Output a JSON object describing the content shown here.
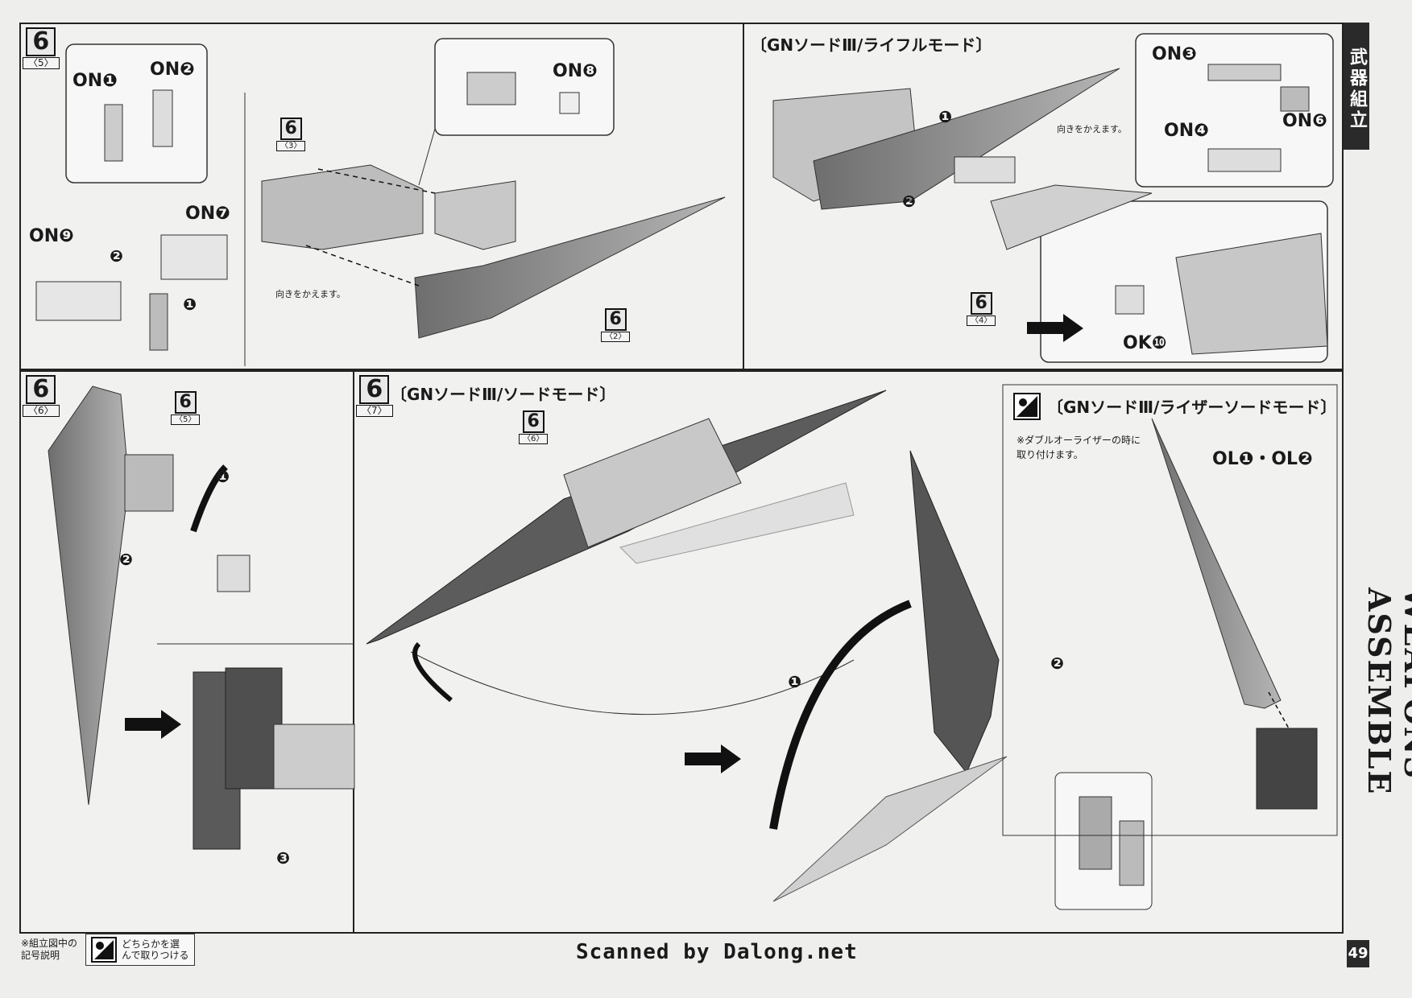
{
  "side_tab": "武器組立",
  "side_english": "WEAPONS ASSEMBLE",
  "page_number": "49",
  "scan_credit": "Scanned by Dalong.net",
  "legend": {
    "label": "※組立図中の記号説明",
    "choose_text": "どちらかを選んで取りつける",
    "icon": "either-one-icon"
  },
  "panel_a": {
    "step": "6",
    "sub": "〈5〉",
    "parts": [
      "ON❶",
      "ON❷",
      "ON❾",
      "ON❼",
      "ON❽"
    ],
    "ref1": {
      "num": "6",
      "sub": "〈3〉"
    },
    "ref2": {
      "num": "6",
      "sub": "〈2〉"
    },
    "note": "向きをかえます。",
    "arrows": [
      "❶",
      "❷"
    ]
  },
  "panel_b": {
    "title": "〔GNソードⅢ/ライフルモード〕",
    "parts": [
      "ON❸",
      "ON❹",
      "ON❻",
      "OK❿"
    ],
    "note": "向きをかえます。",
    "ref": {
      "num": "6",
      "sub": "〈4〉"
    },
    "arrows": [
      "❶",
      "❷"
    ]
  },
  "panel_c": {
    "step": "6",
    "sub": "〈6〉",
    "ref": {
      "num": "6",
      "sub": "〈5〉"
    },
    "arrows": [
      "❶",
      "❷",
      "❸"
    ]
  },
  "panel_d": {
    "step": "6",
    "sub": "〈7〉",
    "title": "〔GNソードⅢ/ソードモード〕",
    "ref": {
      "num": "6",
      "sub": "〈6〉"
    }
  },
  "panel_e": {
    "title": "〔GNソードⅢ/ライザーソードモード〕",
    "note": "※ダブルオーライザーの時に取り付けます。",
    "parts": "OL❶・OL❷",
    "arrows": [
      "❶",
      "❷"
    ]
  }
}
